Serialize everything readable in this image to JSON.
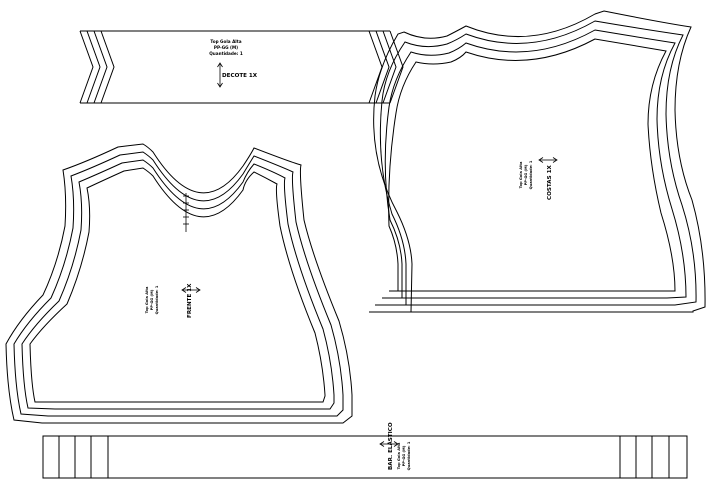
{
  "pieces": {
    "neckband": {
      "label_lines": [
        "Top Gola Alta",
        "PP-GG (M)",
        "Quantidade: 1"
      ],
      "cut_text": "DECOTE 1X"
    },
    "back": {
      "label_lines": [
        "Top Gola Alta",
        "PP-GG (M)",
        "Quantidade: 1"
      ],
      "cut_text": "COSTAS 1X"
    },
    "front": {
      "label_lines": [
        "Top Gola Alta",
        "PP-GG (M)",
        "Quantidade: 1"
      ],
      "cut_text": "FRENTE 1X"
    },
    "elastic": {
      "label_lines": [
        "Top Gola Alta",
        "PP-GG (M)",
        "Quantidade: 1"
      ],
      "cut_text": "BAR. ELÁSTICO"
    }
  },
  "line_color": "#000000",
  "background": "#ffffff"
}
